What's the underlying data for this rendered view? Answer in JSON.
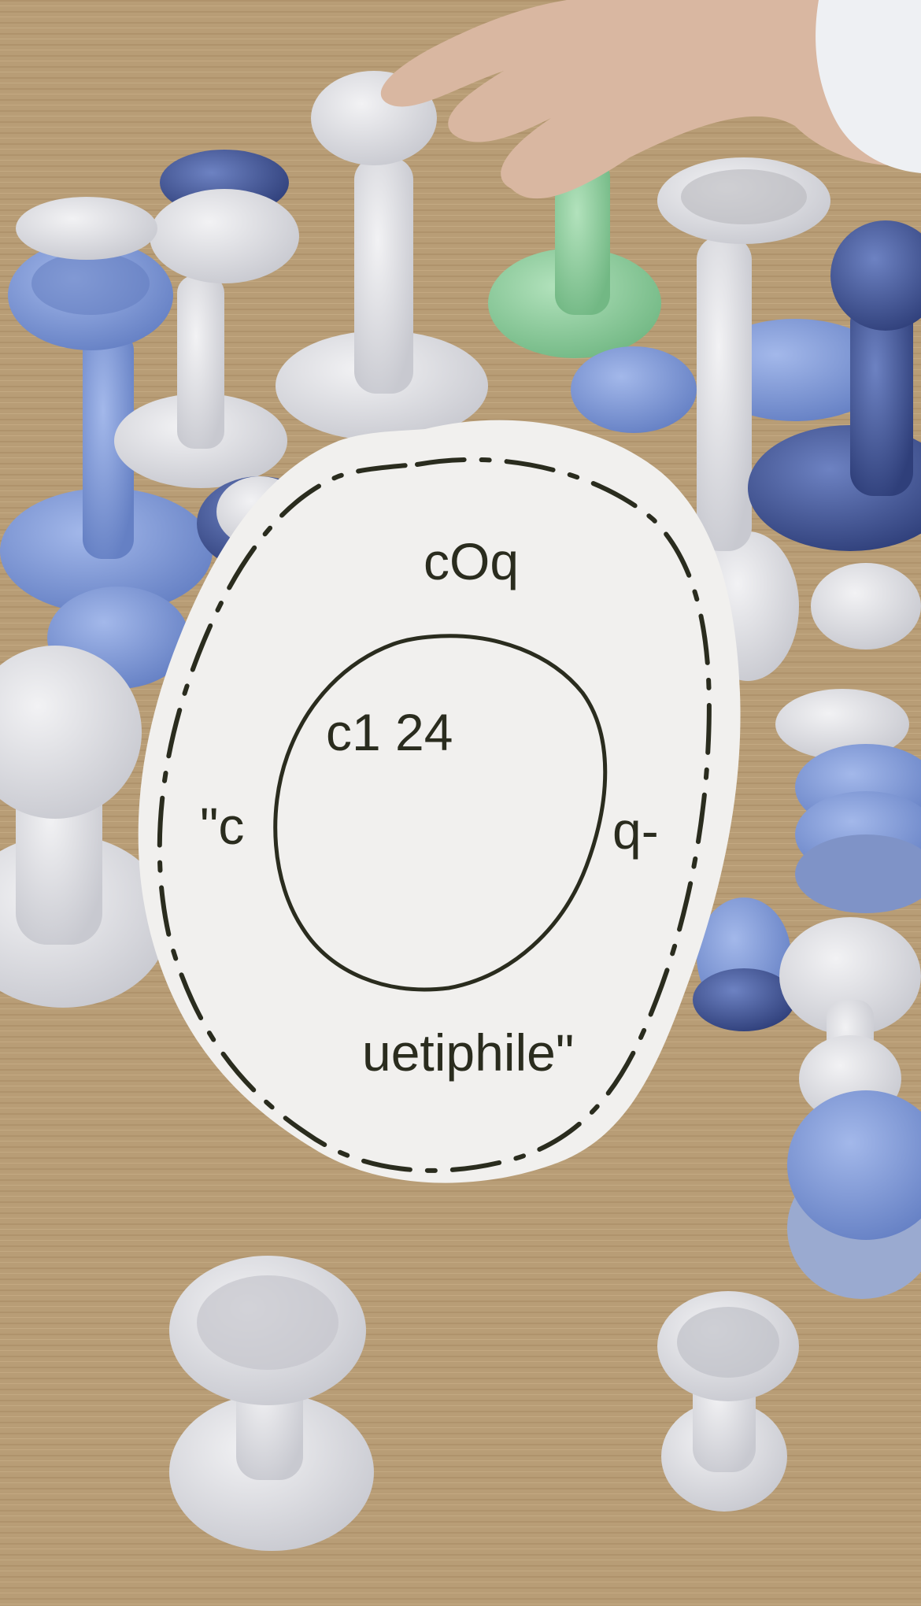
{
  "sticker": {
    "top_text": "cOq",
    "inner_text": "c1 24",
    "left_text": "\"c",
    "right_text": "q-",
    "bottom_text": "uetiphile\""
  },
  "scene": {
    "icons": [
      "hand",
      "ceramic-cups",
      "tatami-mat"
    ],
    "colors": {
      "tatami": "#b89d76",
      "sticker": "#f1f0ee",
      "ink": "#2a2c1e",
      "cup_white": "#dcdde2",
      "cup_blue": "#7f9ad6",
      "cup_navy": "#3b4f8f",
      "cup_green": "#8fcf9f"
    }
  }
}
